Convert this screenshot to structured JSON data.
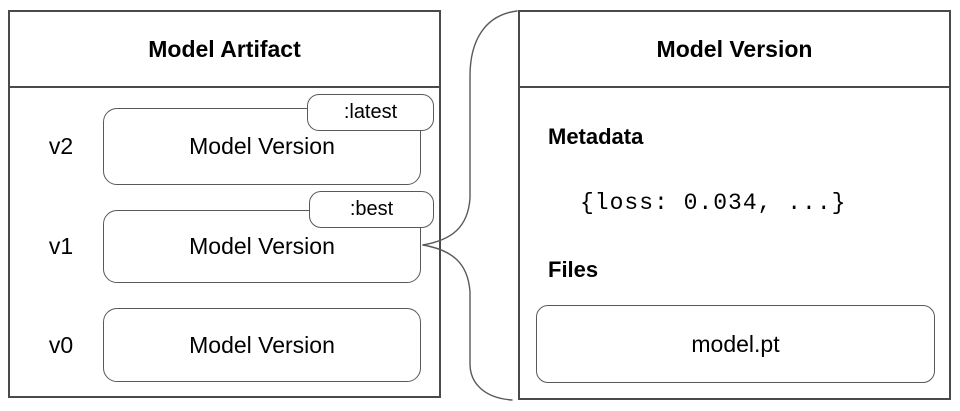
{
  "left_panel": {
    "title": "Model Artifact",
    "rows": [
      {
        "version": "v2",
        "label": "Model Version",
        "tag": ":latest"
      },
      {
        "version": "v1",
        "label": "Model Version",
        "tag": ":best"
      },
      {
        "version": "v0",
        "label": "Model Version"
      }
    ]
  },
  "right_panel": {
    "title": "Model Version",
    "metadata_heading": "Metadata",
    "metadata_value": "{loss: 0.034, ...}",
    "files_heading": "Files",
    "files": [
      "model.pt"
    ]
  },
  "connector": {
    "type": "brace",
    "from": "v1-model-version-box",
    "to": "right-panel"
  },
  "colors": {
    "panel_border": "#4a4a4a",
    "box_border": "#595959",
    "text": "#000000",
    "background": "#ffffff"
  }
}
